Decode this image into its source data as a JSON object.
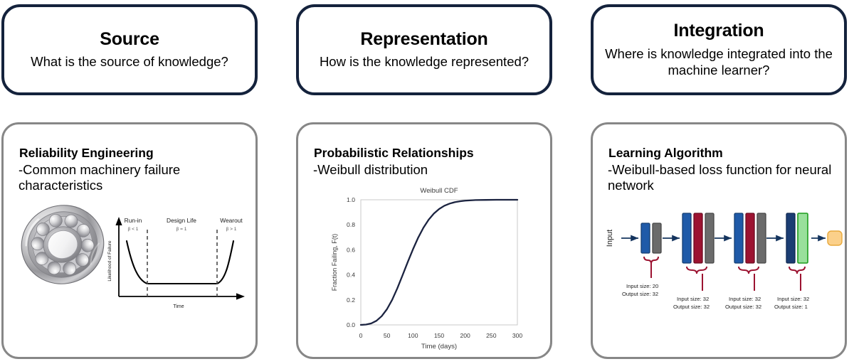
{
  "columns": [
    {
      "id": "source",
      "header": {
        "title": "Source",
        "subtitle": "What is the source of knowledge?"
      },
      "panel": {
        "heading": "Reliability Engineering",
        "subheading": "-Common machinery failure characteristics",
        "figure": {
          "kind": "bathtub-curve",
          "image_name": "ball-bearing-photo",
          "ylabel": "Likelihood of Failure",
          "xlabel": "Time",
          "regions": [
            {
              "label": "Run-in",
              "beta": "β < 1"
            },
            {
              "label": "Design Life",
              "beta": "β = 1"
            },
            {
              "label": "Wearout",
              "beta": "β > 1"
            }
          ]
        }
      }
    },
    {
      "id": "representation",
      "header": {
        "title": "Representation",
        "subtitle": "How is the knowledge represented?"
      },
      "panel": {
        "heading": "Probabilistic Relationships",
        "subheading": "-Weibull distribution"
      }
    },
    {
      "id": "integration",
      "header": {
        "title": "Integration",
        "subtitle": "Where is knowledge integrated into the machine learner?"
      },
      "panel": {
        "heading": "Learning Algorithm",
        "subheading": "-Weibull-based loss function for neural network",
        "figure": {
          "kind": "neural-network",
          "input_label": "Input",
          "blocks": [
            {
              "input_size": "Input size: 20",
              "output_size": "Output size: 32"
            },
            {
              "input_size": "Input size: 32",
              "output_size": "Output size: 32"
            },
            {
              "input_size": "Input size: 32",
              "output_size": "Output size: 32"
            },
            {
              "input_size": "Input size: 32",
              "output_size": "Output size: 1"
            }
          ],
          "colors": {
            "blue": "#1f5aa8",
            "navy": "#1b3d73",
            "crimson": "#9c1331",
            "gray": "#6b6b6b",
            "green_fill": "#99e09b",
            "green_stroke": "#1c9c1c",
            "output": "#fbd08a",
            "output_stroke": "#e8a93c",
            "brace": "#9c1331",
            "arrow": "#14345e"
          }
        }
      }
    }
  ],
  "chart_data": {
    "type": "line",
    "title": "Weibull CDF",
    "xlabel": "Time (days)",
    "ylabel": "Fraction Failing, F(t)",
    "xlim": [
      0,
      300
    ],
    "ylim": [
      0.0,
      1.0
    ],
    "xticks": [
      "0",
      "50",
      "100",
      "150",
      "200",
      "250",
      "300"
    ],
    "yticks": [
      "0.0",
      "0.2",
      "0.4",
      "0.6",
      "0.8",
      "1.0"
    ],
    "grid": false,
    "legend": null,
    "line_color": "#1b2340",
    "series": [
      {
        "name": "Weibull CDF",
        "x": [
          0,
          10,
          20,
          30,
          40,
          50,
          60,
          70,
          80,
          90,
          100,
          110,
          120,
          130,
          140,
          150,
          160,
          170,
          180,
          190,
          200,
          220,
          240,
          260,
          280,
          300
        ],
        "y": [
          0.0,
          0.003,
          0.012,
          0.033,
          0.07,
          0.125,
          0.2,
          0.293,
          0.397,
          0.503,
          0.605,
          0.698,
          0.777,
          0.841,
          0.89,
          0.926,
          0.952,
          0.969,
          0.981,
          0.988,
          0.993,
          0.998,
          0.999,
          1.0,
          1.0,
          1.0
        ]
      }
    ]
  },
  "theme": {
    "header_border": "#14223c",
    "panel_border": "#878787",
    "background": "#ffffff",
    "text": "#000000"
  }
}
